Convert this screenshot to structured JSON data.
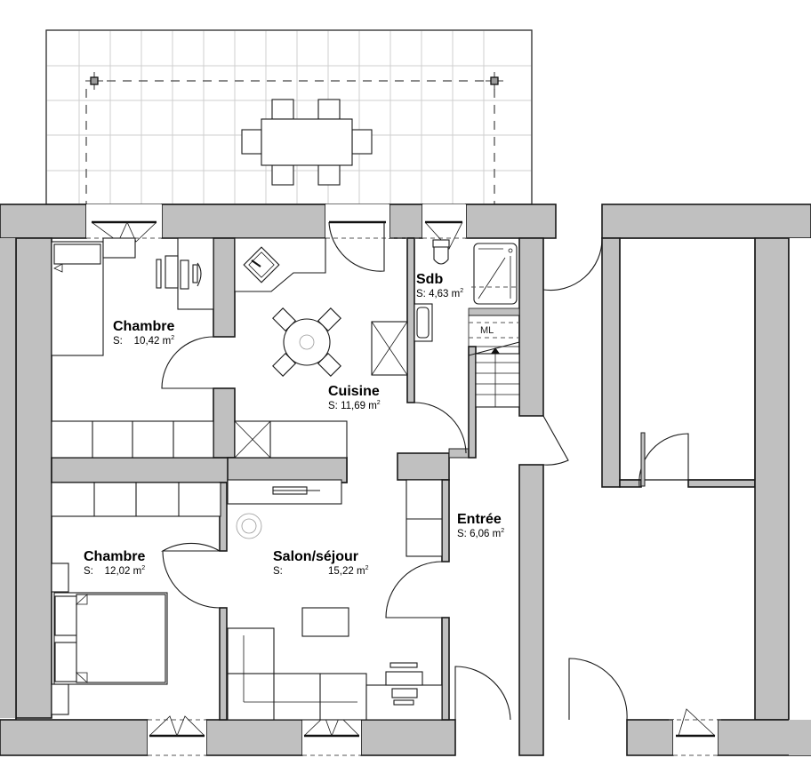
{
  "plan": {
    "unit_suffix": "m",
    "unit_exp": "2",
    "surface_prefix": "S:"
  },
  "rooms": [
    {
      "id": "chambre-1",
      "name": "Chambre",
      "area": "10,42",
      "area_label": "S:    10,42 m²"
    },
    {
      "id": "cuisine",
      "name": "Cuisine",
      "area": "11,69",
      "area_label": "S: 11,69 m²"
    },
    {
      "id": "sdb",
      "name": "Sdb",
      "area": "4,63",
      "area_label": "S: 4,63 m²"
    },
    {
      "id": "chambre-2",
      "name": "Chambre",
      "area": "12,02",
      "area_label": "S:    12,02 m²"
    },
    {
      "id": "salon",
      "name": "Salon/séjour",
      "area": "15,22",
      "area_label": "S:              15,22 m²"
    },
    {
      "id": "entree",
      "name": "Entrée",
      "area": "6,06",
      "area_label": "S: 6,06 m²"
    }
  ],
  "annotations": {
    "machine_laver": "ML"
  },
  "colors": {
    "wall_fill": "#c0c0c0",
    "line": "#1a1a1a",
    "grid": "#cfcfcf",
    "background": "#ffffff"
  }
}
